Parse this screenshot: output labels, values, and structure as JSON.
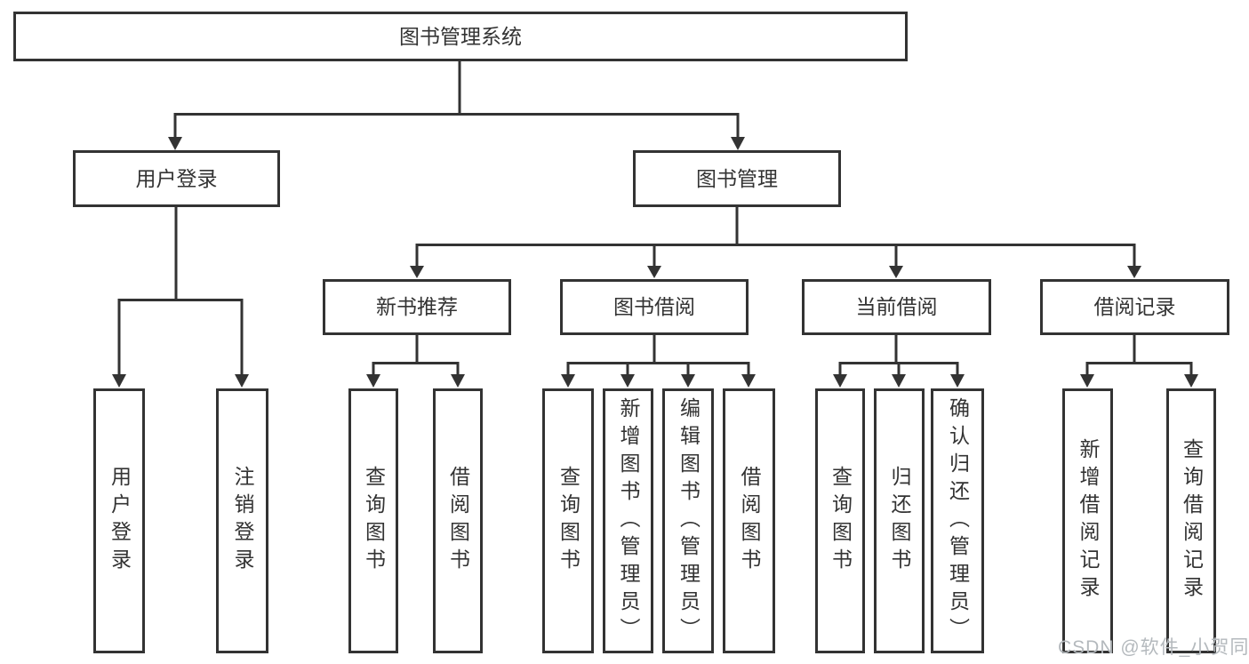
{
  "nodes": {
    "root": "图书管理系统",
    "level2": [
      "用户登录",
      "图书管理"
    ],
    "login_children": [
      "用户登录",
      "注销登录"
    ],
    "level3": [
      "新书推荐",
      "图书借阅",
      "当前借阅",
      "借阅记录"
    ],
    "new_book_children": [
      "查询图书",
      "借阅图书"
    ],
    "borrow_children": [
      "查询图书",
      "新增图书（管理员）",
      "编辑图书（管理员）",
      "借阅图书"
    ],
    "current_children": [
      "查询图书",
      "归还图书",
      "确认归还（管理员）"
    ],
    "record_children": [
      "新增借阅记录",
      "查询借阅记录"
    ]
  },
  "watermark": {
    "text": "CSDN @软件_小贺同学",
    "color": "#b4b9bd"
  },
  "colors": {
    "line": "#333333",
    "box_border": "#333333",
    "text": "#333333",
    "background": "#ffffff"
  }
}
